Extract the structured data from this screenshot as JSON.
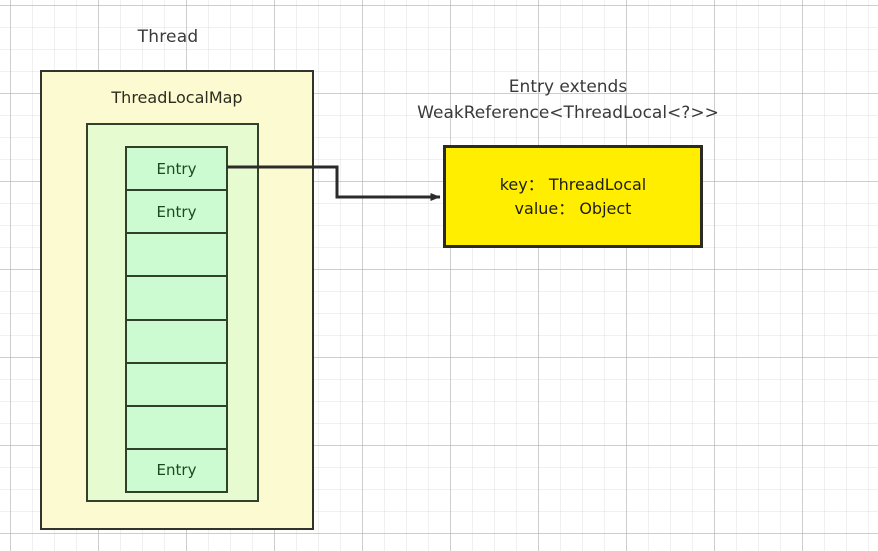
{
  "diagram": {
    "title": "ThreadLocal / ThreadLocalMap / Entry structure",
    "thread": {
      "label": "Thread",
      "fill": "#fcfad0",
      "stroke": "#33332b"
    },
    "thread_local_map": {
      "label": "ThreadLocalMap",
      "fill": "#e7fbd1",
      "stroke": "#33402b"
    },
    "entry_table": {
      "fill": "#ccfbd2",
      "stroke": "#2f4228",
      "text_color": "#1d4a1d",
      "cells": [
        {
          "label": "Entry"
        },
        {
          "label": "Entry"
        },
        {
          "label": ""
        },
        {
          "label": ""
        },
        {
          "label": ""
        },
        {
          "label": ""
        },
        {
          "label": ""
        },
        {
          "label": "Entry"
        }
      ]
    },
    "entry_caption": {
      "line1": "Entry extends",
      "line2": "WeakReference<ThreadLocal<?>>"
    },
    "key_value_box": {
      "key_line": "key： ThreadLocal",
      "value_line": "value： Object",
      "fill": "#ffee00",
      "stroke": "#2b2b22"
    },
    "connector": {
      "name": "entry-to-keyvalue-arrow",
      "color": "#2b2b2b"
    }
  }
}
